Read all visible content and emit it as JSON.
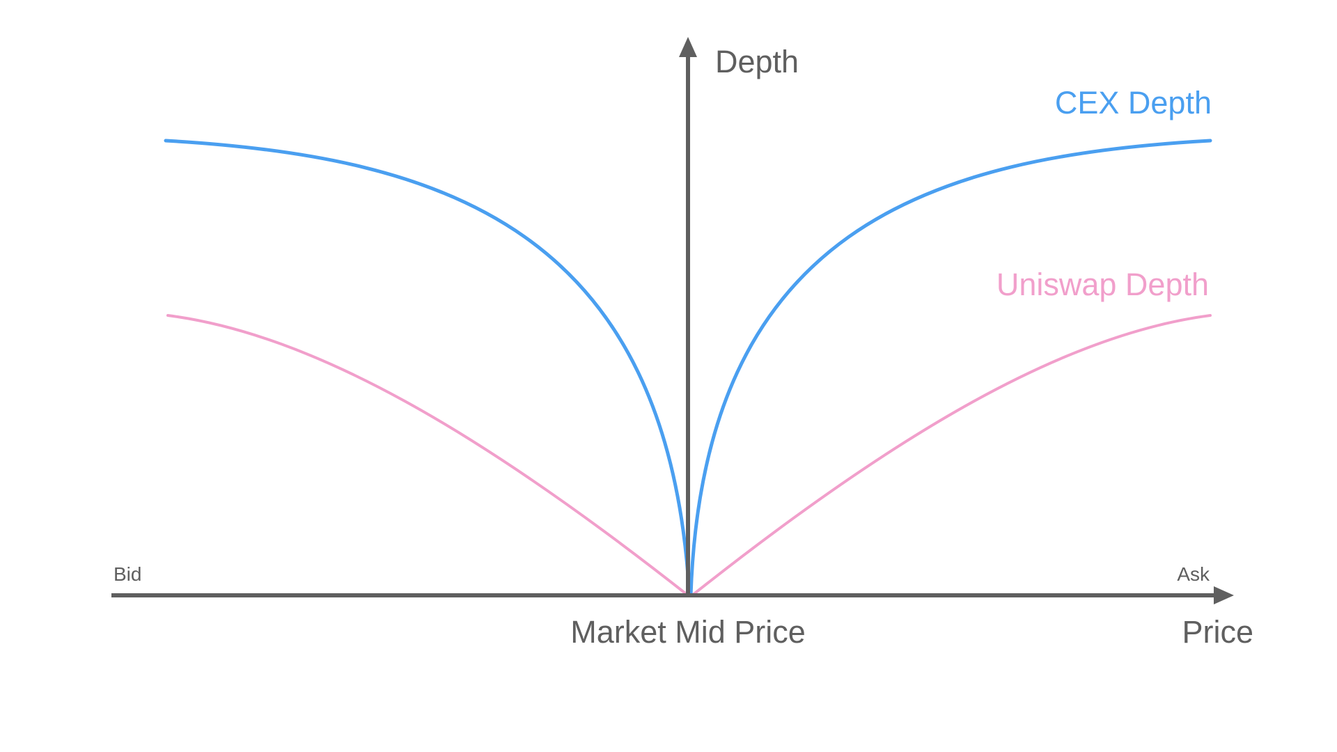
{
  "labels": {
    "y_axis": "Depth",
    "x_axis": "Price",
    "mid": "Market Mid Price",
    "bid": "Bid",
    "ask": "Ask",
    "cex": "CEX Depth",
    "uniswap": "Uniswap Depth"
  },
  "colors": {
    "axis": "#5f5f5f",
    "cex": "#4a9ff0",
    "uniswap": "#f19fcb",
    "label": "#5f5f5f"
  }
}
